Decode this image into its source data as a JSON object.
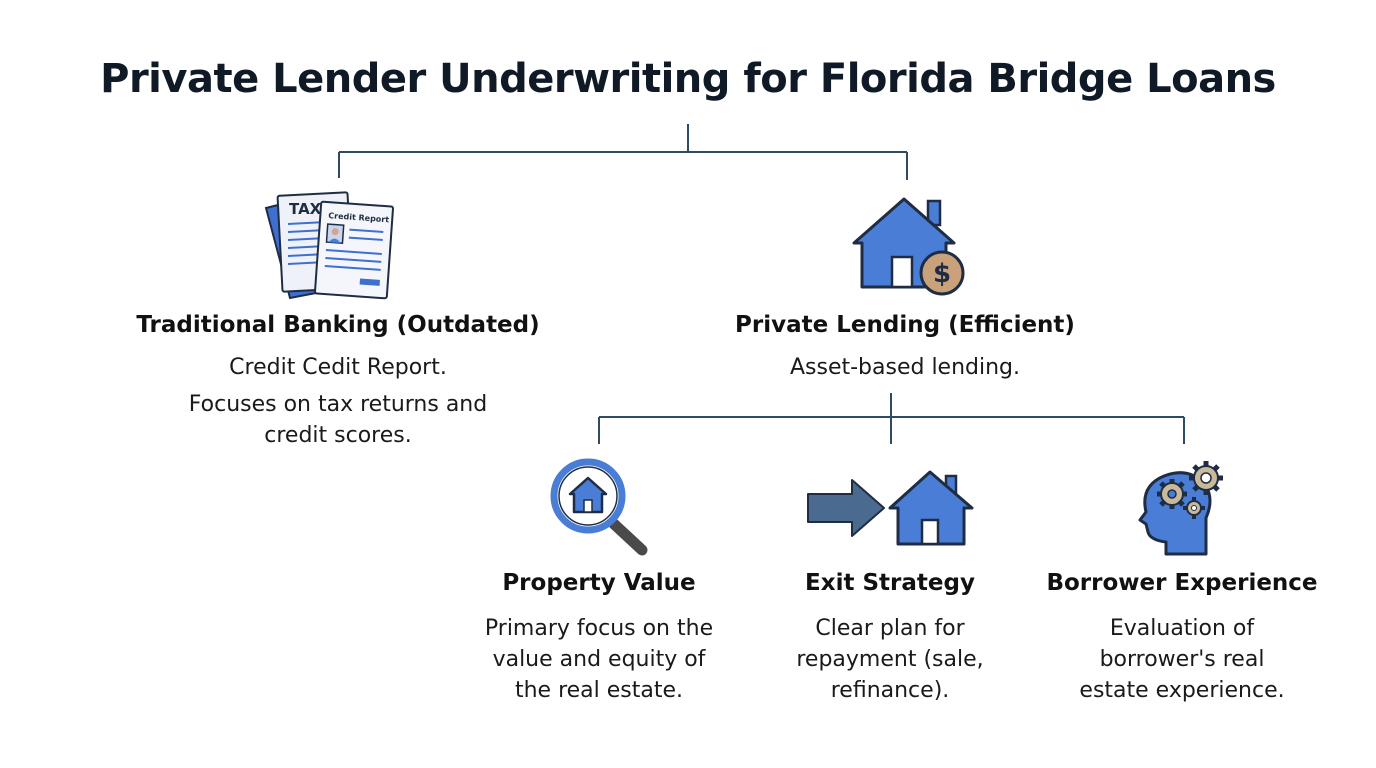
{
  "title": "Private Lender Underwriting for Florida Bridge Loans",
  "colors": {
    "line": "#2f4a63",
    "blue": "#4a7ed6",
    "dark": "#1f2d44",
    "coin": "#c9a27c",
    "gear": "#c9b99a"
  },
  "traditional": {
    "icon": "tax-documents-icon",
    "icon_label_tax": "TAX",
    "icon_label_credit": "Credit Report",
    "title": "Traditional Banking (Outdated)",
    "line1": "Credit Cedit Report.",
    "line2": "Focuses on tax returns and",
    "line3": "credit scores."
  },
  "private": {
    "icon": "house-dollar-icon",
    "icon_dollar": "$",
    "title": "Private Lending (Efficient)",
    "line1": "Asset-based lending."
  },
  "property": {
    "icon": "house-search-icon",
    "title": "Property Value",
    "line1": "Primary focus on the",
    "line2": "value and equity of",
    "line3": "the real estate."
  },
  "exit": {
    "icon": "arrow-house-icon",
    "title": "Exit Strategy",
    "line1": "Clear plan for",
    "line2": "repayment (sale,",
    "line3": "refinance)."
  },
  "borrower": {
    "icon": "head-gears-icon",
    "title": "Borrower Experience",
    "line1": "Evaluation of",
    "line2": "borrower's real",
    "line3": "estate experience."
  }
}
